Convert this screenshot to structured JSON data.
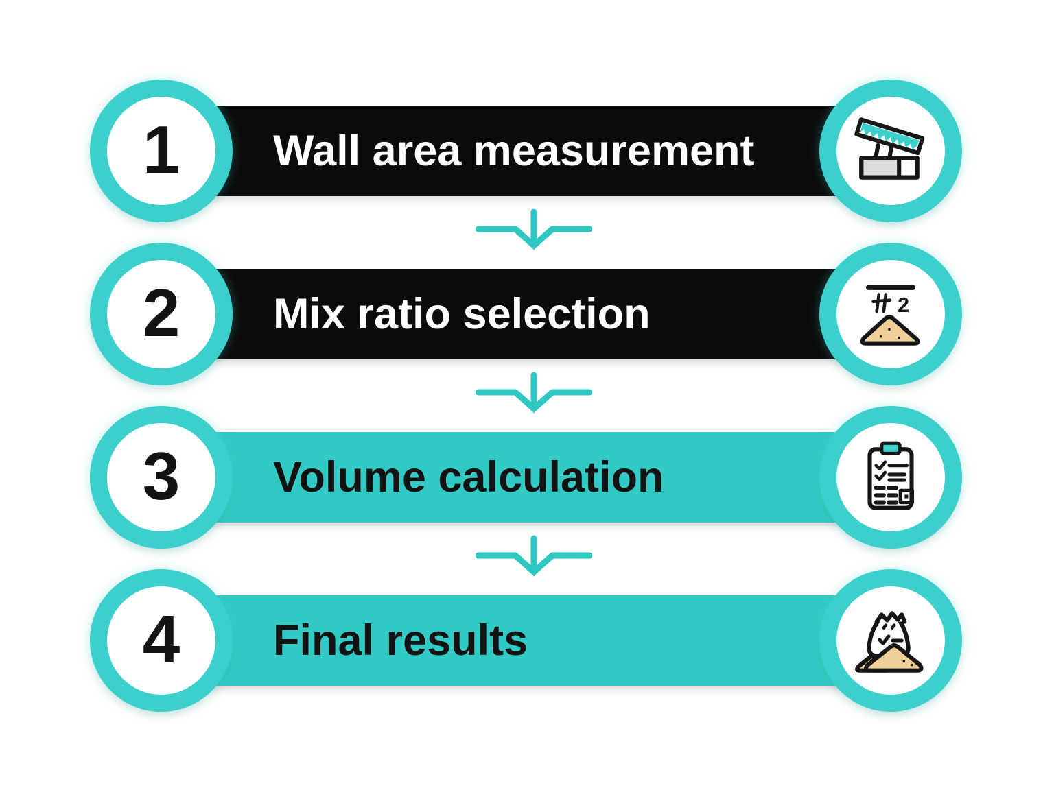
{
  "colors": {
    "background": "#ffffff",
    "teal-bar": "#33c9c4",
    "teal-ring": "#3ccfcb",
    "teal-arrow": "#2fc7c2",
    "black-bar": "#0b0b0b",
    "label-on-dark": "#ffffff",
    "label-on-teal": "#131313",
    "number-color": "#131313",
    "icon-stroke": "#161616",
    "sand": "#f1cf98",
    "brick-grey": "#dbdbdb"
  },
  "steps": [
    {
      "number": "1",
      "label": "Wall area measurement",
      "bar_style": "black",
      "icon": "ruler-wall-icon"
    },
    {
      "number": "2",
      "label": "Mix ratio selection",
      "bar_style": "black",
      "icon": "mix-ratio-sand-icon",
      "icon_text": "2"
    },
    {
      "number": "3",
      "label": "Volume calculation",
      "bar_style": "teal",
      "icon": "checklist-clipboard-icon"
    },
    {
      "number": "4",
      "label": "Final results",
      "bar_style": "teal",
      "icon": "cement-bag-sand-icon"
    }
  ],
  "connectors": [
    {
      "type": "down-arrow"
    },
    {
      "type": "down-arrow"
    },
    {
      "type": "down-arrow"
    }
  ]
}
